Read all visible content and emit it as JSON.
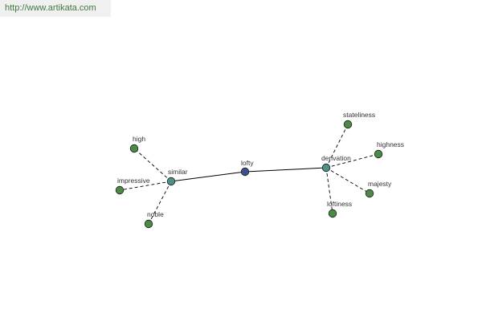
{
  "header": {
    "url": "http://www.artikata.com"
  },
  "graph": {
    "colors": {
      "root": "#3c4f8c",
      "hub": "#4e8f8a",
      "leaf": "#4c8a45",
      "edge_stroke": "#000000",
      "label": "#333333"
    },
    "nodes": [
      {
        "id": "lofty",
        "label": "lofty",
        "kind": "root"
      },
      {
        "id": "similar",
        "label": "similar",
        "kind": "hub"
      },
      {
        "id": "derivation",
        "label": "derivation",
        "kind": "hub"
      },
      {
        "id": "high",
        "label": "high",
        "kind": "leaf"
      },
      {
        "id": "impressive",
        "label": "impressive",
        "kind": "leaf"
      },
      {
        "id": "noble",
        "label": "noble",
        "kind": "leaf"
      },
      {
        "id": "stateliness",
        "label": "stateliness",
        "kind": "leaf"
      },
      {
        "id": "highness",
        "label": "highness",
        "kind": "leaf"
      },
      {
        "id": "majesty",
        "label": "majesty",
        "kind": "leaf"
      },
      {
        "id": "loftiness",
        "label": "loftiness",
        "kind": "leaf"
      }
    ],
    "edges": [
      {
        "from": "lofty",
        "to": "similar",
        "style": "solid"
      },
      {
        "from": "lofty",
        "to": "derivation",
        "style": "solid"
      },
      {
        "from": "similar",
        "to": "high",
        "style": "dashed"
      },
      {
        "from": "similar",
        "to": "impressive",
        "style": "dashed"
      },
      {
        "from": "similar",
        "to": "noble",
        "style": "dashed"
      },
      {
        "from": "derivation",
        "to": "stateliness",
        "style": "dashed"
      },
      {
        "from": "derivation",
        "to": "highness",
        "style": "dashed"
      },
      {
        "from": "derivation",
        "to": "majesty",
        "style": "dashed"
      },
      {
        "from": "derivation",
        "to": "loftiness",
        "style": "dashed"
      }
    ]
  }
}
